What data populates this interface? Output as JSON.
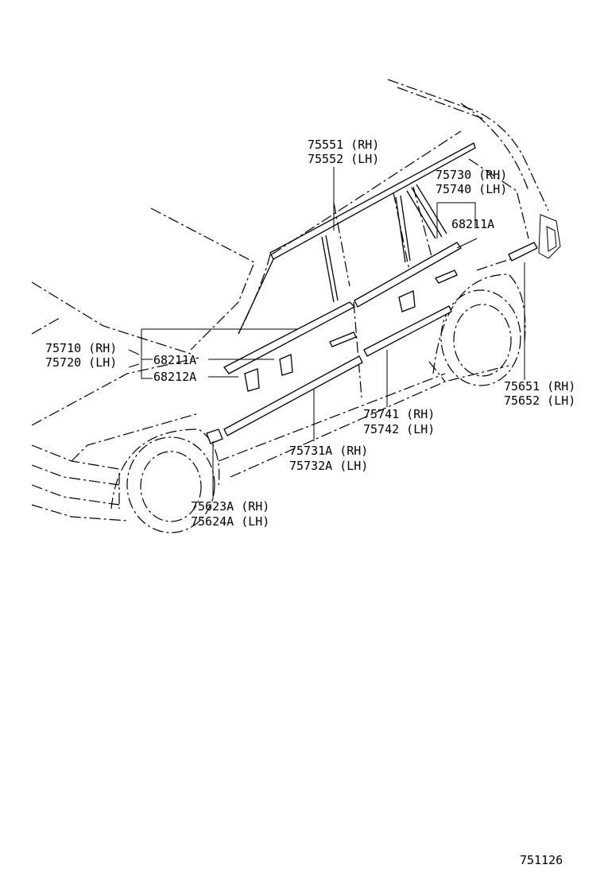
{
  "labels": {
    "belt_molding_front_rh": "75551 (RH)",
    "belt_molding_front_lh": "75552 (LH)",
    "rear_door_molding_rh": "75730 (RH)",
    "rear_door_molding_lh": "75740 (LH)",
    "clip_upper_right": "68211A",
    "front_door_molding_rh": "75710 (RH)",
    "front_door_molding_lh": "75720 (LH)",
    "clip_front_a": "68211A",
    "clip_front_b": "68212A",
    "quarter_molding_rh": "75651 (RH)",
    "quarter_molding_lh": "75652 (LH)",
    "rear_lower_molding_rh": "75741 (RH)",
    "rear_lower_molding_lh": "75742 (LH)",
    "front_lower_molding_rh": "75731A (RH)",
    "front_lower_molding_lh": "75732A (LH)",
    "fender_molding_rh": "75623A (RH)",
    "fender_molding_lh": "75624A (LH)",
    "diagram_number": "751126"
  }
}
